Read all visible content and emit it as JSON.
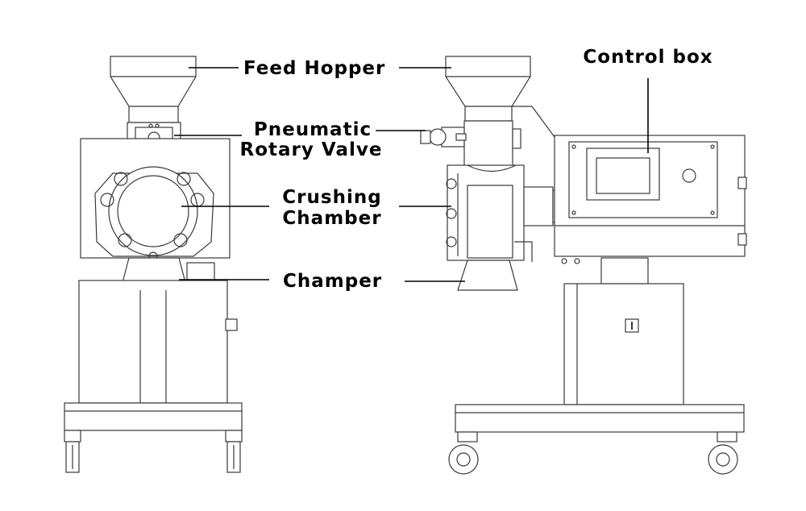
{
  "labels": {
    "feed_hopper": "Feed Hopper",
    "pneumatic_line1": "Pneumatic",
    "pneumatic_line2": "Rotary Valve",
    "crushing_line1": "Crushing",
    "crushing_line2": "Chamber",
    "champer": "Champer",
    "control_box": "Control box"
  }
}
